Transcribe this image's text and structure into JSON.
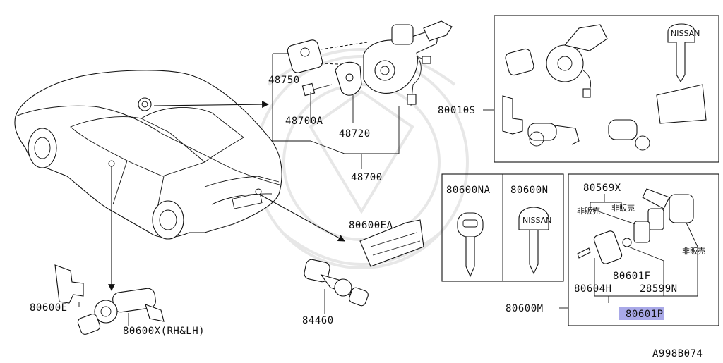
{
  "diagram": {
    "labels": {
      "p48750": "48750",
      "p48700a": "48700A",
      "p48720": "48720",
      "p48700": "48700",
      "p80010s": "80010S",
      "p80600na": "80600NA",
      "p80600n": "80600N",
      "p80569x": "80569X",
      "jp1": "非販売",
      "jp2": "非販売",
      "jp3": "非販売",
      "p80601f": "80601F",
      "p80604h": "80604H",
      "p28599n": "28599N",
      "p80601p": "80601P",
      "p80600m": "80600M",
      "p80600ea": "80600EA",
      "p84460": "84460",
      "p80600e": "80600E",
      "p80600x": "80600X(RH&LH)",
      "code": "A998B074"
    },
    "key_brand": "NISSAN",
    "highlight_color": "#a9a9e8"
  }
}
